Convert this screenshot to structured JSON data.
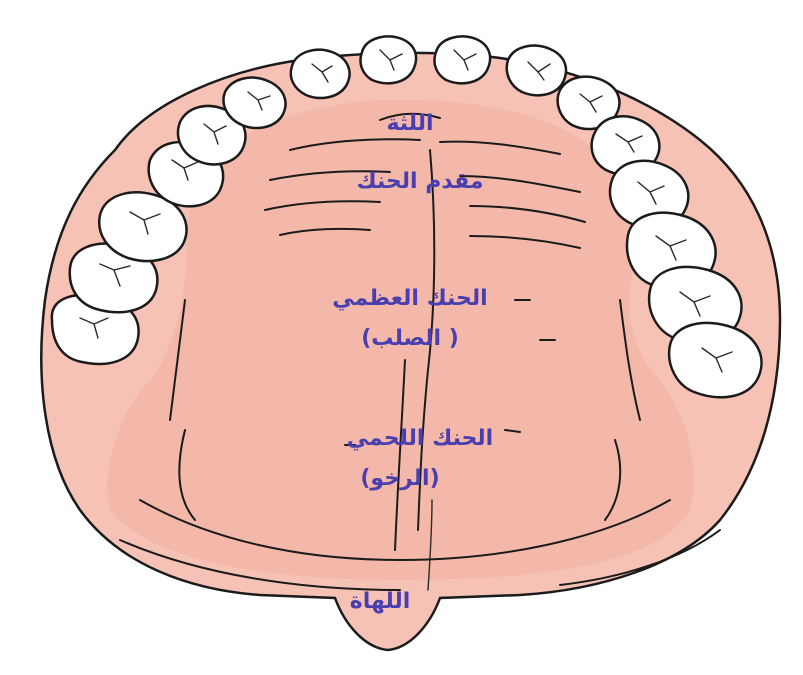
{
  "labels": {
    "gum": "اللثة",
    "anterior_palate": "مقدم الحنك",
    "hard_palate": "الحنك العظمي",
    "hard_palate_alt": "( الصلب)",
    "soft_palate": "الحنك اللحمي",
    "soft_palate_alt": "(الرخو)",
    "uvula": "اللهاة"
  },
  "colors": {
    "palate": "#f6c2b6",
    "palate_shade": "#eca898",
    "outline": "#1b1b1b",
    "tooth": "#ffffff",
    "label": "#4a3fae"
  },
  "teeth_count": 16
}
